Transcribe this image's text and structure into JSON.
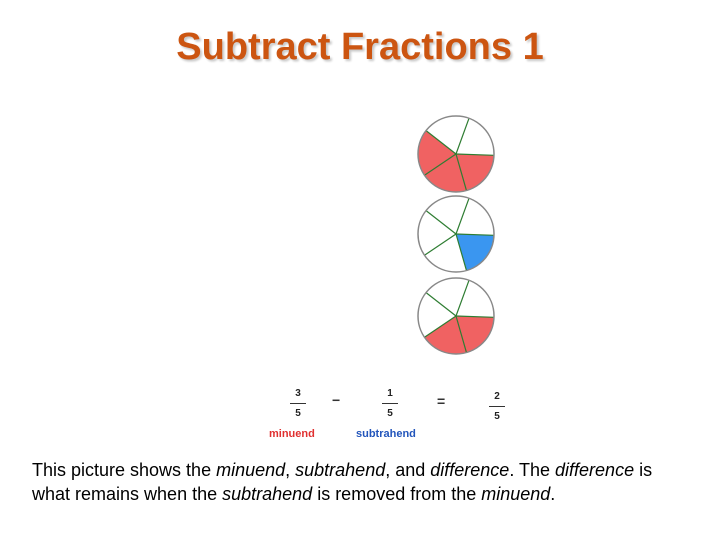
{
  "title": "Subtract Fractions 1",
  "pies": [
    {
      "id": "minuend",
      "slices": 5,
      "shaded": [
        1,
        2,
        3
      ],
      "shade_color": "#f06262"
    },
    {
      "id": "subtrahend",
      "slices": 5,
      "shaded": [
        1
      ],
      "shade_color": "#3a96f0"
    },
    {
      "id": "difference",
      "slices": 5,
      "shaded": [
        1,
        2
      ],
      "shade_color": "#f06262"
    }
  ],
  "equation": {
    "minuend": {
      "numerator": "3",
      "denominator": "5"
    },
    "minus": "−",
    "subtrahend": {
      "numerator": "1",
      "denominator": "5"
    },
    "equals": "=",
    "difference": {
      "numerator": "2",
      "denominator": "5"
    },
    "minuend_label": "minuend",
    "subtrahend_label": "subtrahend"
  },
  "colors": {
    "title": "#cc5511",
    "minuend_label": "#e03030",
    "subtrahend_label": "#2255bb",
    "divider": "#2e7d32"
  },
  "description": {
    "t1": "This picture shows the ",
    "minuend": "minuend",
    "t2": ", ",
    "subtrahend": "subtrahend",
    "t3": ", and ",
    "difference": "difference",
    "t4": ".  The ",
    "difference2": "difference",
    "t5": " is what remains when the ",
    "subtrahend2": "subtrahend",
    "t6": " is removed from the ",
    "minuend2": "minuend",
    "t7": "."
  }
}
